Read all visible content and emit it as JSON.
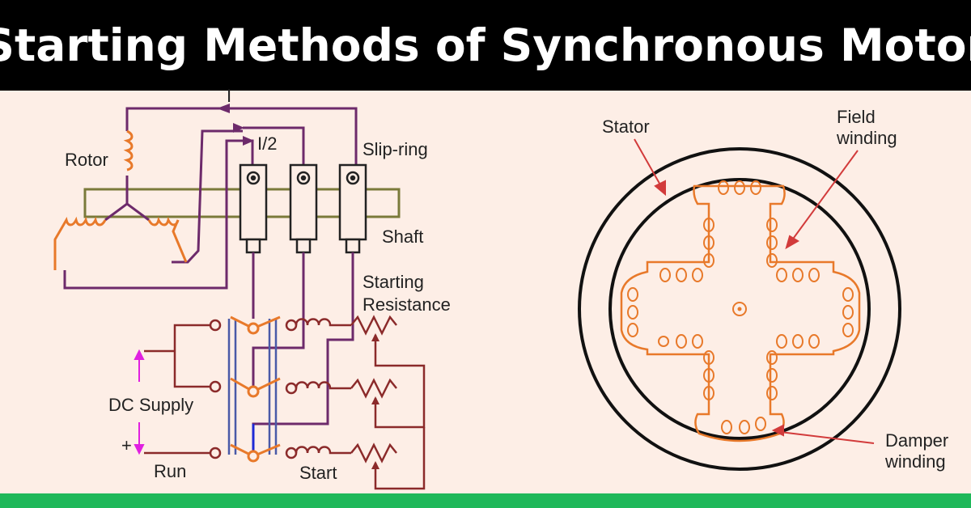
{
  "title": "Starting Methods of Synchronous Motor",
  "colors": {
    "header_bg": "#000000",
    "title_text": "#ffffff",
    "background": "#fdeee6",
    "footer_bar": "#1fb85a",
    "rotor_wire": "#6d2a6b",
    "coil": "#e8792a",
    "supply_wire": "#8b2a2a",
    "shaft": "#7a7a3a",
    "arrow": "#d23b3b",
    "supply_arrow": "#e020e0"
  },
  "left_diagram": {
    "current_label": "I",
    "half_current_label": "I/2",
    "rotor_label": "Rotor",
    "slip_ring_label": "Slip-ring",
    "shaft_label": "Shaft",
    "starting_resistance_label_line1": "Starting",
    "starting_resistance_label_line2": "Resistance",
    "dc_supply_label": "DC Supply",
    "plus_label": "+",
    "run_label": "Run",
    "start_label": "Start"
  },
  "right_diagram": {
    "stator_label": "Stator",
    "field_winding_label_line1": "Field",
    "field_winding_label_line2": "winding",
    "damper_winding_label_line1": "Damper",
    "damper_winding_label_line2": "winding"
  }
}
